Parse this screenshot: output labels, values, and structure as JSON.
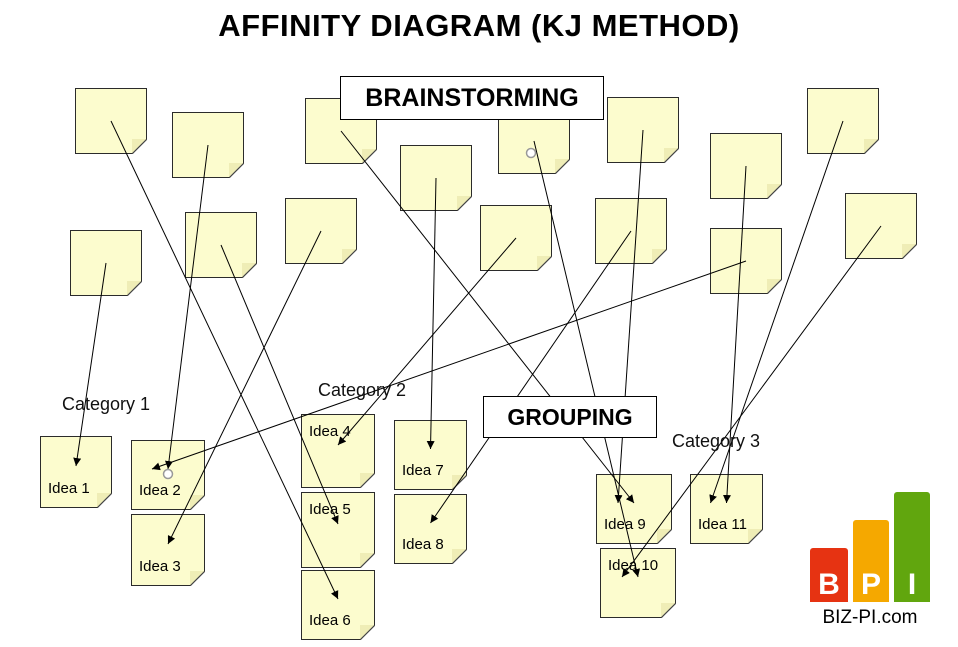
{
  "title": "AFFINITY DIAGRAM (KJ METHOD)",
  "stages": {
    "brainstorming": "BRAINSTORMING",
    "grouping": "GROUPING"
  },
  "categories": [
    "Category 1",
    "Category 2",
    "Category 3"
  ],
  "ideas": [
    "Idea 1",
    "Idea 2",
    "Idea 3",
    "Idea 4",
    "Idea 5",
    "Idea 6",
    "Idea 7",
    "Idea 8",
    "Idea 9",
    "Idea 10",
    "Idea 11"
  ],
  "blank_note_count": 15,
  "connections": [
    {
      "from": 0,
      "to": 5
    },
    {
      "from": 1,
      "to": 1
    },
    {
      "from": 2,
      "to": 8
    },
    {
      "from": 3,
      "to": 6
    },
    {
      "from": 4,
      "to": 9
    },
    {
      "from": 5,
      "to": 8
    },
    {
      "from": 6,
      "to": 10
    },
    {
      "from": 7,
      "to": 10
    },
    {
      "from": 8,
      "to": 0
    },
    {
      "from": 9,
      "to": 4
    },
    {
      "from": 10,
      "to": 2
    },
    {
      "from": 11,
      "to": 3
    },
    {
      "from": 12,
      "to": 7
    },
    {
      "from": 13,
      "to": 1
    },
    {
      "from": 14,
      "to": 9
    }
  ],
  "logo": {
    "letters": [
      "B",
      "P",
      "I"
    ],
    "letter_colors": [
      "#E63312",
      "#F5A800",
      "#61A60E"
    ],
    "site": "BIZ-PI.com"
  },
  "colors": {
    "background": "#FFFFFF",
    "note_fill": "#FCFCCE",
    "note_border": "#2B2B2B",
    "line": "#000000"
  }
}
